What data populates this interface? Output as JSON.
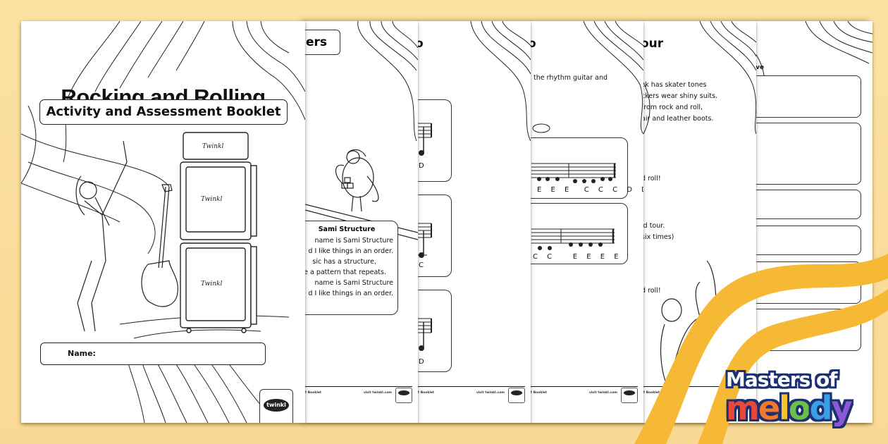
{
  "product": {
    "title": "Rocking and Rolling",
    "subtitle": "Activity and Assessment Booklet",
    "brand_logo_text": "twinkl",
    "amp_brand": "Twinkl"
  },
  "cover": {
    "name_label": "Name:"
  },
  "pages": [
    {
      "heading_fragment": "ers",
      "character": {
        "name": "Sami Structure",
        "lines": [
          "name is Sami Structure",
          "d I like things in an order.",
          "sic has a structure,",
          "e a pattern that repeats.",
          "name is Sami Structure",
          "d I like things in an order."
        ]
      },
      "footer_left": "t Booklet",
      "footer_right": "visit twinkl.com"
    },
    {
      "heading_fragment": "o",
      "note_cards": [
        {
          "letter": "D"
        },
        {
          "letter": "C"
        },
        {
          "letter": "D"
        }
      ],
      "footer_left": "t Booklet",
      "footer_right": "visit twinkl.com"
    },
    {
      "heading_fragment": "o",
      "instruction": "the rhythm guitar and",
      "rhythm_rows": [
        {
          "notes": [
            "E",
            "E",
            "E",
            "C",
            "C",
            "C",
            "D",
            "D"
          ]
        },
        {
          "notes": [
            "C",
            "C",
            "E",
            "E",
            "E",
            "E"
          ]
        }
      ],
      "footer_left": "t Booklet",
      "footer_right": "visit twinkl.com"
    },
    {
      "heading_fragment": "our",
      "lyrics": [
        "ck has skater tones",
        "ckers wear shiny suits.",
        "from rock and roll,",
        "air and leather boots.",
        ".",
        "d roll!",
        "ld tour.",
        "six times)",
        ".",
        "d roll!"
      ],
      "footer_left": "t Booklet",
      "footer_right": "visit twinkl.com"
    },
    {
      "heading_fragment": "ive",
      "answer_boxes": 6
    }
  ],
  "badge": {
    "line1": "Masters of",
    "line2": [
      "m",
      "e",
      "l",
      "o",
      "d",
      "y"
    ],
    "line2_colors": [
      "#e8473a",
      "#f07a2a",
      "#f7c230",
      "#6cc04a",
      "#3a9fe6",
      "#8a5ad6"
    ],
    "outline_color": "#1e3070"
  },
  "colors": {
    "background": "#fbe0a0",
    "ribbon": "#f5b935"
  }
}
